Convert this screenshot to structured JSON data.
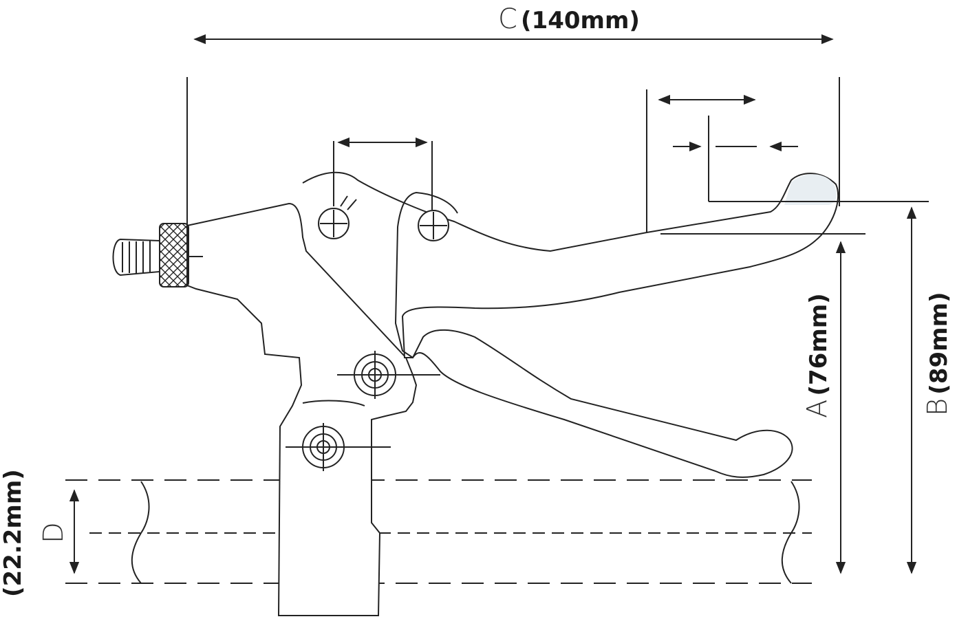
{
  "dimensions": {
    "c": {
      "letter": "C",
      "value": "(140mm)"
    },
    "a": {
      "letter": "A",
      "value": "(76mm)"
    },
    "b": {
      "letter": "B",
      "value": "(89mm)"
    },
    "d": {
      "letter": "D",
      "value": "(22.2mm)"
    }
  },
  "colors": {
    "line": "#222222",
    "background": "#ffffff"
  }
}
